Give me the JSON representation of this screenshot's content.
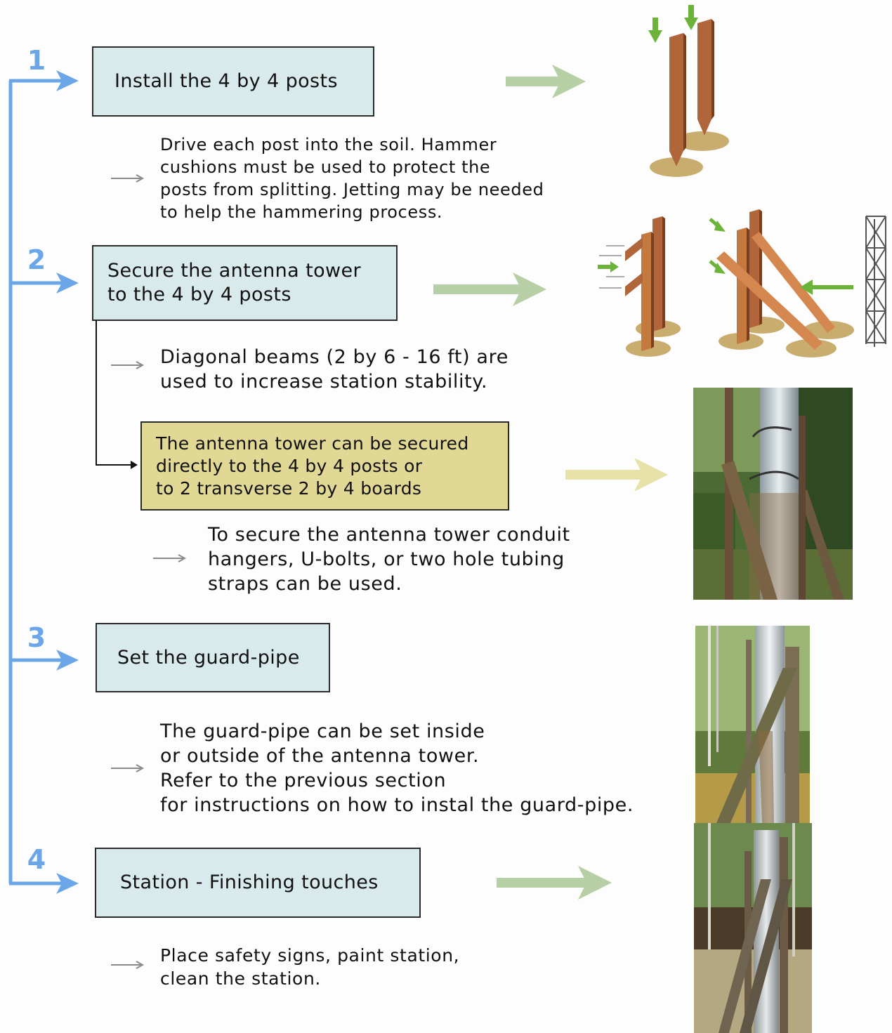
{
  "steps": [
    {
      "number": "1",
      "title_lines": [
        "Install the 4 by 4 posts"
      ],
      "desc_lines": [
        "Drive each post into the soil. Hammer",
        "cushions must be used to protect the",
        "posts from splitting. Jetting may be needed",
        "to help the hammering process."
      ]
    },
    {
      "number": "2",
      "title_lines": [
        "Secure the antenna tower",
        "to the 4 by 4 posts"
      ],
      "desc_lines": [
        "Diagonal beams (2 by 6 - 16 ft) are",
        "used to increase station stability."
      ],
      "note_lines": [
        "The antenna tower can be secured",
        "directly to the 4 by 4 posts or",
        "to 2 transverse 2 by 4 boards"
      ],
      "note_desc_lines": [
        "To secure the antenna tower conduit",
        "hangers, U-bolts, or two hole tubing",
        "straps can be used."
      ]
    },
    {
      "number": "3",
      "title_lines": [
        "Set the guard-pipe"
      ],
      "desc_lines": [
        "The guard-pipe can be set inside",
        "or outside of the antenna tower.",
        "Refer to the previous section",
        "for instructions on how to instal the guard-pipe."
      ]
    },
    {
      "number": "4",
      "title_lines": [
        "Station - Finishing touches"
      ],
      "desc_lines": [
        "Place safety signs, paint station,",
        "clean the station."
      ]
    }
  ],
  "colors": {
    "flow_line": "#6aa6e8",
    "step_box": "#d8eaec",
    "note_box": "#e2d896",
    "result_arrow_green": "#b6cfa4",
    "result_arrow_yellow": "#e6e2a8",
    "post_brown": "#b0663a",
    "soil": "#c9ad6e",
    "push_arrow": "#6cb33a"
  },
  "icons": {
    "flow_arrow": "right-arrow-icon",
    "desc_arrow": "thin-right-arrow-icon",
    "result_arrow": "big-right-arrow-icon",
    "push_arrow": "green-down-arrow-icon"
  }
}
